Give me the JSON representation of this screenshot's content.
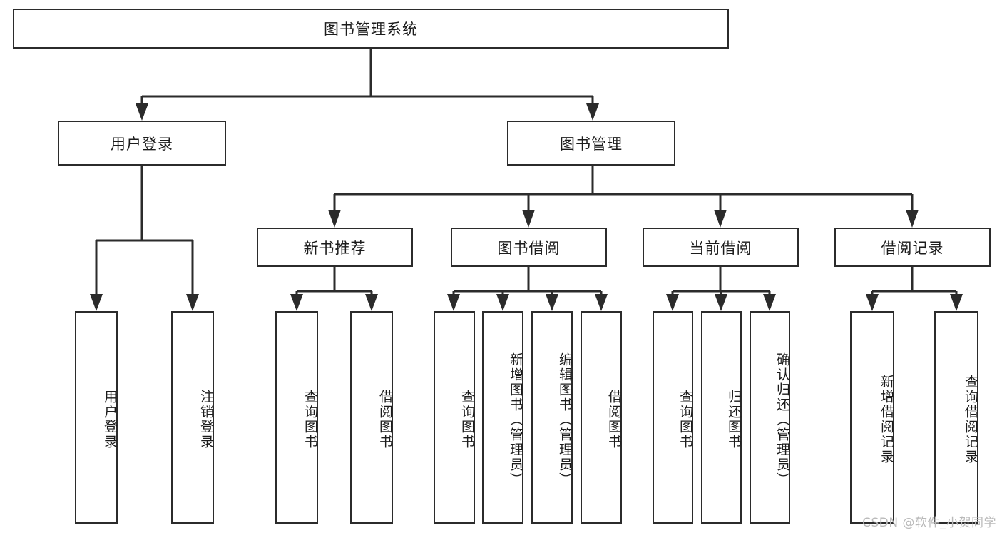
{
  "diagram": {
    "title": "图书管理系统",
    "type": "hierarchy-tree",
    "watermark": "CSDN @软件_小贺同学",
    "colors": {
      "stroke": "#2b2b2b",
      "background": "#ffffff",
      "text": "#1c1c1c",
      "watermark": "#b9b9b9"
    },
    "nodes": {
      "root": {
        "label": "图书管理系统"
      },
      "level2": [
        {
          "id": "user-login",
          "label": "用户登录"
        },
        {
          "id": "book-manage",
          "label": "图书管理"
        }
      ],
      "level3": [
        {
          "id": "new-book-recommend",
          "label": "新书推荐"
        },
        {
          "id": "book-borrow",
          "label": "图书借阅"
        },
        {
          "id": "current-borrow",
          "label": "当前借阅"
        },
        {
          "id": "borrow-record",
          "label": "借阅记录"
        }
      ],
      "leaves": {
        "user-login": [
          {
            "id": "leaf-user-login",
            "label": "用户登录"
          },
          {
            "id": "leaf-logout-login",
            "label": "注销登录"
          }
        ],
        "new-book-recommend": [
          {
            "id": "leaf-query-book-1",
            "label": "查询图书"
          },
          {
            "id": "leaf-borrow-book-1",
            "label": "借阅图书"
          }
        ],
        "book-borrow": [
          {
            "id": "leaf-query-book-2",
            "label": "查询图书"
          },
          {
            "id": "leaf-add-book",
            "label": "新增图书（管理员）"
          },
          {
            "id": "leaf-edit-book",
            "label": "编辑图书（管理员）"
          },
          {
            "id": "leaf-borrow-book-2",
            "label": "借阅图书"
          }
        ],
        "current-borrow": [
          {
            "id": "leaf-query-book-3",
            "label": "查询图书"
          },
          {
            "id": "leaf-return-book",
            "label": "归还图书"
          },
          {
            "id": "leaf-confirm-return",
            "label": "确认归还（管理员）"
          }
        ],
        "borrow-record": [
          {
            "id": "leaf-add-record",
            "label": "新增借阅记录"
          },
          {
            "id": "leaf-query-record",
            "label": "查询借阅记录"
          }
        ]
      }
    }
  }
}
